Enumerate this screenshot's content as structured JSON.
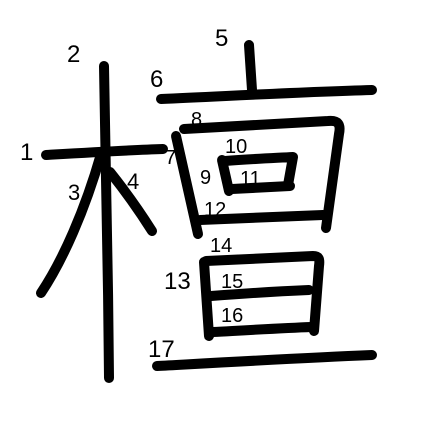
{
  "diagram": {
    "character": "檀",
    "stroke_color": "#000000",
    "background": "#ffffff",
    "stroke_numbers": [
      "1",
      "2",
      "3",
      "4",
      "5",
      "6",
      "7",
      "8",
      "9",
      "10",
      "11",
      "12",
      "13",
      "14",
      "15",
      "16",
      "17"
    ]
  }
}
